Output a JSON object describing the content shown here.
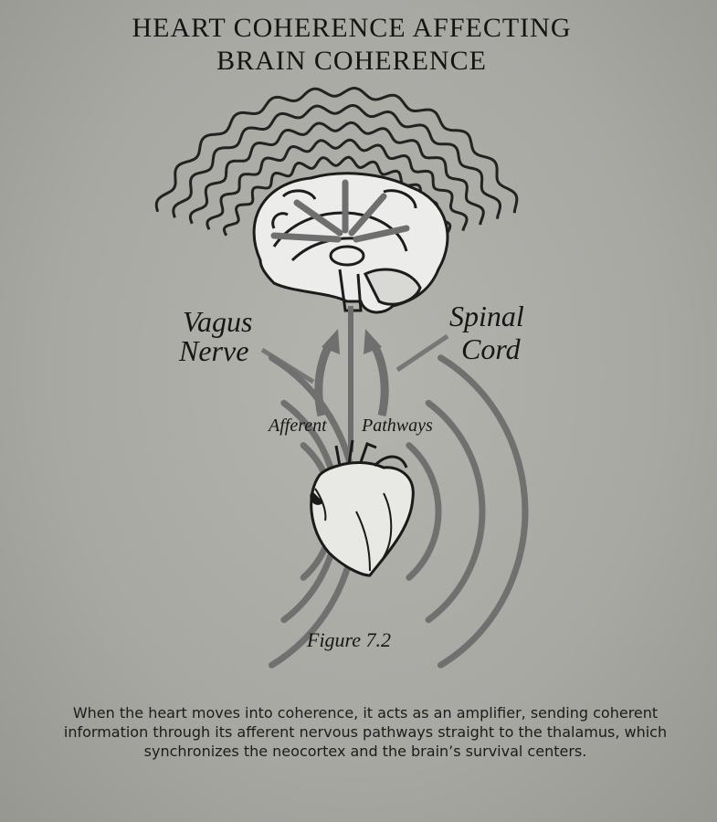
{
  "title": {
    "line1": "HEART COHERENCE AFFECTING",
    "line2": "BRAIN COHERENCE"
  },
  "labels": {
    "vagus_line1": "Vagus",
    "vagus_line2": "Nerve",
    "spinal_line1": "Spinal",
    "spinal_line2": "Cord",
    "afferent_word1": "Afferent",
    "afferent_word2": "Pathways"
  },
  "figure_label": "Figure 7.2",
  "caption": {
    "line1": "When the heart moves into coherence, it acts as an amplifier, sending coherent",
    "line2": "information through its afferent nervous pathways straight to the thalamus, which",
    "line3": "synchronizes the neocortex and the brain’s survival centers."
  },
  "colors": {
    "ink": "#1a1a1a",
    "arc_gray": "#707070",
    "paper": "#a8a8a3"
  },
  "icons": {
    "brain": "brain-illustration",
    "heart": "anatomical-heart-illustration"
  }
}
